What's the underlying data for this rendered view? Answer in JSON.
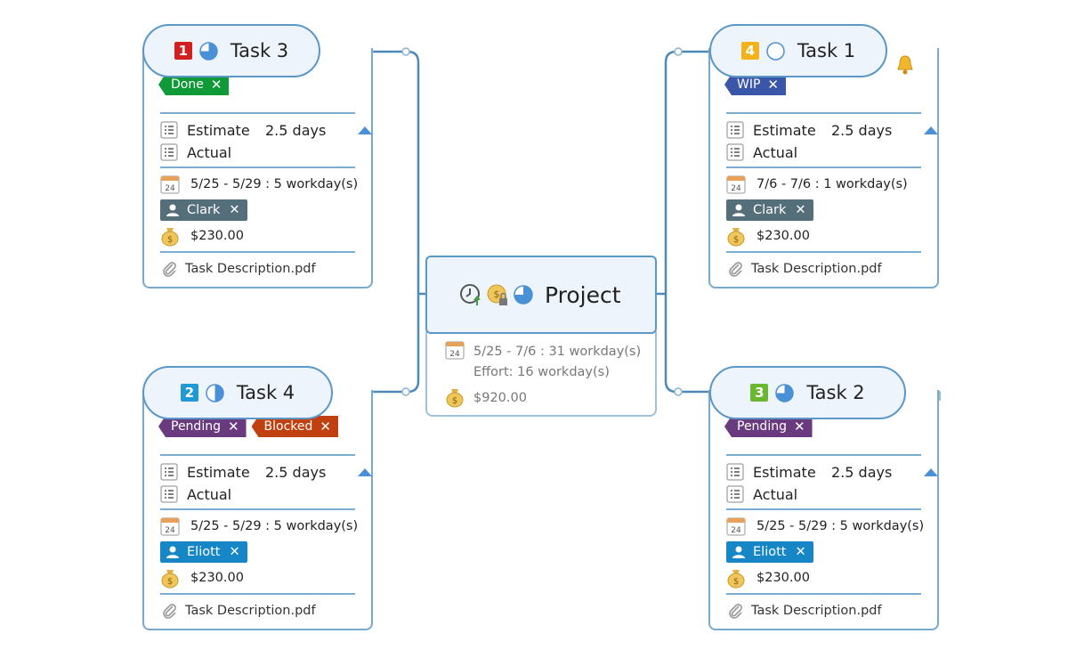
{
  "root": {
    "title": "Project",
    "date_range": "5/25 - 7/6 : 31 workday(s)",
    "effort": "Effort: 16 workday(s)",
    "cost": "$920.00",
    "icons": [
      "clock-up-icon",
      "money-lock-icon",
      "pie-progress-icon"
    ]
  },
  "tasks": [
    {
      "key": "task3",
      "title": "Task 3",
      "priority": "1",
      "priority_color": "#d0201f",
      "progress": 0.75,
      "tags": [
        {
          "label": "Done",
          "color": "#0f9a37"
        }
      ],
      "estimate_label": "Estimate",
      "estimate_value": "2.5 days",
      "actual_label": "Actual",
      "date_range": "5/25 - 5/29 : 5 workday(s)",
      "calendar_day": "24",
      "resource": "Clark",
      "resource_color": "#546e7a",
      "cost": "$230.00",
      "attachment": "Task Description.pdf"
    },
    {
      "key": "task1",
      "title": "Task 1",
      "priority": "4",
      "priority_color": "#f3b21a",
      "progress": 0,
      "reminder": true,
      "tags": [
        {
          "label": "WIP",
          "color": "#3a56a8"
        }
      ],
      "estimate_label": "Estimate",
      "estimate_value": "2.5 days",
      "actual_label": "Actual",
      "date_range": "7/6 - 7/6 : 1 workday(s)",
      "calendar_day": "24",
      "resource": "Clark",
      "resource_color": "#546e7a",
      "cost": "$230.00",
      "attachment": "Task Description.pdf"
    },
    {
      "key": "task4",
      "title": "Task 4",
      "priority": "2",
      "priority_color": "#1f9ad6",
      "progress": 0.5,
      "tags": [
        {
          "label": "Pending",
          "color": "#6a3a7e"
        },
        {
          "label": "Blocked",
          "color": "#c0400f"
        }
      ],
      "estimate_label": "Estimate",
      "estimate_value": "2.5 days",
      "actual_label": "Actual",
      "date_range": "5/25 - 5/29 : 5 workday(s)",
      "calendar_day": "24",
      "resource": "Eliott",
      "resource_color": "#1686c7",
      "cost": "$230.00",
      "attachment": "Task Description.pdf"
    },
    {
      "key": "task2",
      "title": "Task 2",
      "priority": "3",
      "priority_color": "#69b82f",
      "progress": 0.75,
      "tags": [
        {
          "label": "Pending",
          "color": "#6a3a7e"
        }
      ],
      "estimate_label": "Estimate",
      "estimate_value": "2.5 days",
      "actual_label": "Actual",
      "date_range": "5/25 - 5/29 : 5 workday(s)",
      "calendar_day": "24",
      "resource": "Eliott",
      "resource_color": "#1686c7",
      "cost": "$230.00",
      "attachment": "Task Description.pdf"
    }
  ],
  "colors": {
    "line": "#4f89b8",
    "card_border": "#79a9cc",
    "pill_fill": "#eef4fb"
  }
}
